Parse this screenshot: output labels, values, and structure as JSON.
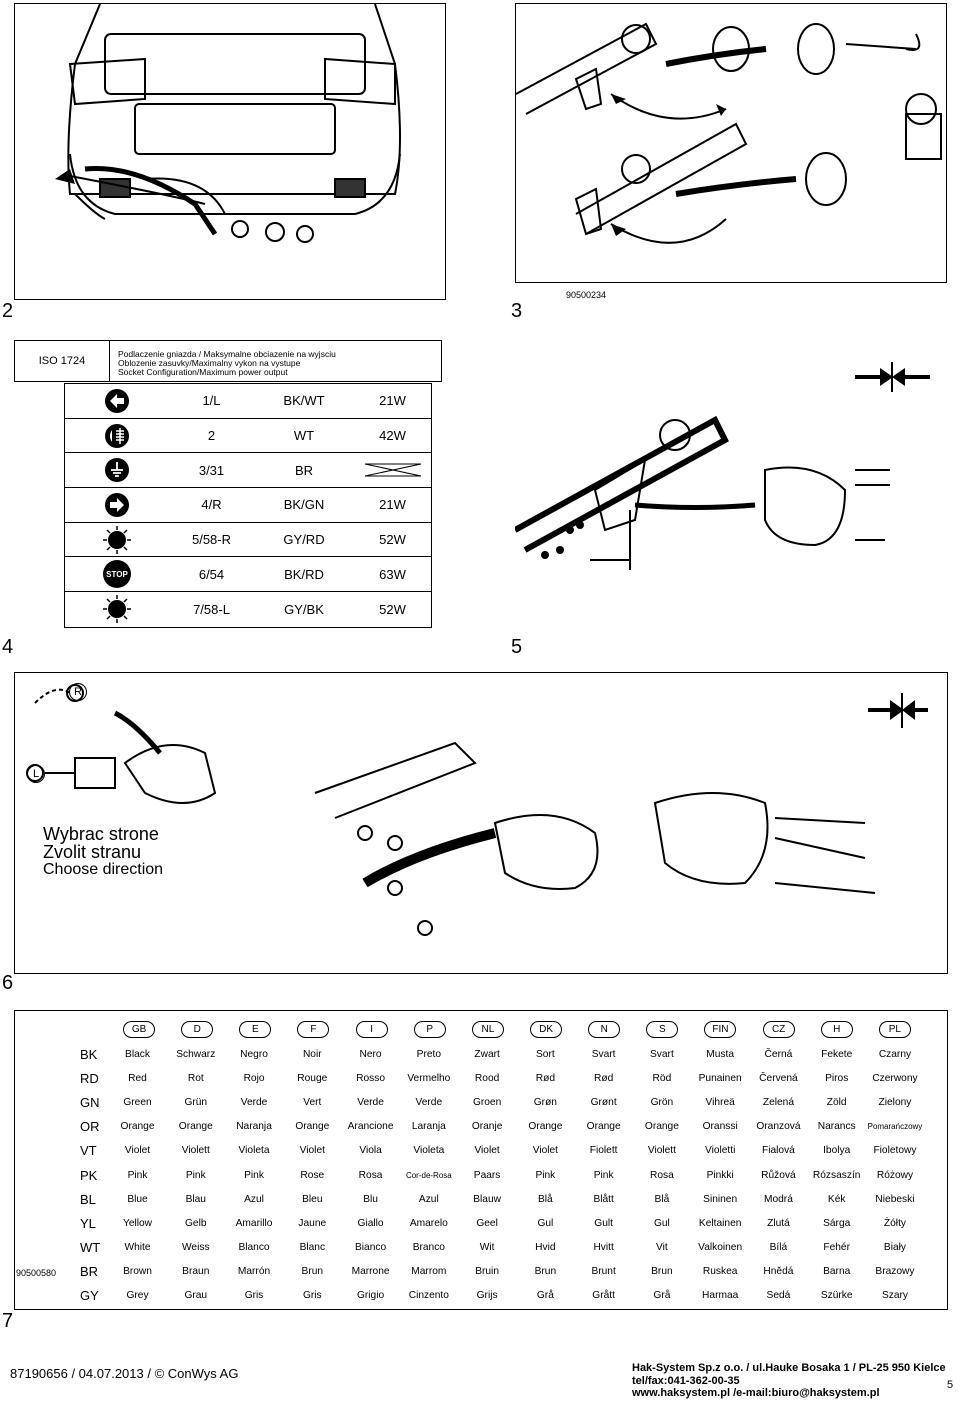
{
  "doc_codes": {
    "top": "90500234",
    "side": "90500580"
  },
  "steps": {
    "s2": "2",
    "s3": "3",
    "s4": "4",
    "s5": "5",
    "s6": "6",
    "s7": "7"
  },
  "iso": {
    "standard": "ISO 1724",
    "desc_lines": [
      "Podlaczenie gniazda / Maksymalne obciazenie na wyjsciu",
      "Oblozenie zasuvky/Maximalny vykon na vystupe",
      "Socket Configuration/Maximum power output"
    ],
    "pins": [
      {
        "icon": "left-turn-arrow-icon",
        "pin": "1/L",
        "color": "BK/WT",
        "watt": "21W"
      },
      {
        "icon": "fog-light-icon",
        "pin": "2",
        "color": "WT",
        "watt": "42W"
      },
      {
        "icon": "ground-icon",
        "pin": "3/31",
        "color": "BR",
        "watt": ""
      },
      {
        "icon": "right-turn-arrow-icon",
        "pin": "4/R",
        "color": "BK/GN",
        "watt": "21W"
      },
      {
        "icon": "position-light-icon",
        "pin": "5/58-R",
        "color": "GY/RD",
        "watt": "52W"
      },
      {
        "icon": "stop-light-icon",
        "pin": "6/54",
        "color": "BK/RD",
        "watt": "63W"
      },
      {
        "icon": "position-light-icon",
        "pin": "7/58-L",
        "color": "GY/BK",
        "watt": "52W"
      }
    ],
    "stop_text": "STOP"
  },
  "direction": {
    "line1": "Wybrac strone",
    "line2": "Zvolit stranu",
    "line3": "Choose direction",
    "left": "L",
    "right": "R"
  },
  "languages": [
    "GB",
    "D",
    "E",
    "F",
    "I",
    "P",
    "NL",
    "DK",
    "N",
    "S",
    "FIN",
    "CZ",
    "H",
    "PL"
  ],
  "colors": [
    {
      "code": "BK",
      "names": [
        "Black",
        "Schwarz",
        "Negro",
        "Noir",
        "Nero",
        "Preto",
        "Zwart",
        "Sort",
        "Svart",
        "Svart",
        "Musta",
        "Černá",
        "Fekete",
        "Czarny"
      ]
    },
    {
      "code": "RD",
      "names": [
        "Red",
        "Rot",
        "Rojo",
        "Rouge",
        "Rosso",
        "Vermelho",
        "Rood",
        "Rød",
        "Rød",
        "Röd",
        "Punainen",
        "Červená",
        "Piros",
        "Czerwony"
      ]
    },
    {
      "code": "GN",
      "names": [
        "Green",
        "Grün",
        "Verde",
        "Vert",
        "Verde",
        "Verde",
        "Groen",
        "Grøn",
        "Grønt",
        "Grön",
        "Vihreä",
        "Zelená",
        "Zöld",
        "Zielony"
      ]
    },
    {
      "code": "OR",
      "names": [
        "Orange",
        "Orange",
        "Naranja",
        "Orange",
        "Arancione",
        "Laranja",
        "Oranje",
        "Orange",
        "Orange",
        "Orange",
        "Oranssi",
        "Oranzová",
        "Narancs",
        "Pomarańczowy"
      ]
    },
    {
      "code": "VT",
      "names": [
        "Violet",
        "Violett",
        "Violeta",
        "Violet",
        "Viola",
        "Violeta",
        "Violet",
        "Violet",
        "Fiolett",
        "Violett",
        "Violetti",
        "Fialová",
        "Ibolya",
        "Fioletowy"
      ]
    },
    {
      "code": "PK",
      "names": [
        "Pink",
        "Pink",
        "Pink",
        "Rose",
        "Rosa",
        "Cor-de-Rosa",
        "Paars",
        "Pink",
        "Pink",
        "Rosa",
        "Pinkki",
        "Růžová",
        "Rózsaszín",
        "Różowy"
      ]
    },
    {
      "code": "BL",
      "names": [
        "Blue",
        "Blau",
        "Azul",
        "Bleu",
        "Blu",
        "Azul",
        "Blauw",
        "Blå",
        "Blått",
        "Blå",
        "Sininen",
        "Modrá",
        "Kék",
        "Niebeski"
      ]
    },
    {
      "code": "YL",
      "names": [
        "Yellow",
        "Gelb",
        "Amarillo",
        "Jaune",
        "Giallo",
        "Amarelo",
        "Geel",
        "Gul",
        "Gult",
        "Gul",
        "Keltainen",
        "Zlutá",
        "Sárga",
        "Żółty"
      ]
    },
    {
      "code": "WT",
      "names": [
        "White",
        "Weiss",
        "Blanco",
        "Blanc",
        "Bianco",
        "Branco",
        "Wit",
        "Hvid",
        "Hvitt",
        "Vit",
        "Valkoinen",
        "Bílá",
        "Fehér",
        "Biały"
      ]
    },
    {
      "code": "BR",
      "names": [
        "Brown",
        "Braun",
        "Marrón",
        "Brun",
        "Marrone",
        "Marrom",
        "Bruin",
        "Brun",
        "Brunt",
        "Brun",
        "Ruskea",
        "Hnědá",
        "Barna",
        "Brazowy"
      ]
    },
    {
      "code": "GY",
      "names": [
        "Grey",
        "Grau",
        "Gris",
        "Gris",
        "Grigio",
        "Cinzento",
        "Grijs",
        "Grå",
        "Grått",
        "Grå",
        "Harmaa",
        "Sedá",
        "Szürke",
        "Szary"
      ]
    }
  ],
  "footer": {
    "left": "87190656 / 04.07.2013 / © ConWys AG",
    "company": "Hak-System Sp.z o.o. / ul.Hauke Bosaka 1 / PL-25 950 Kielce",
    "phone": "tel/fax:041-362-00-35",
    "web": "www.haksystem.pl /e-mail:biuro@haksystem.pl",
    "page": "5"
  }
}
